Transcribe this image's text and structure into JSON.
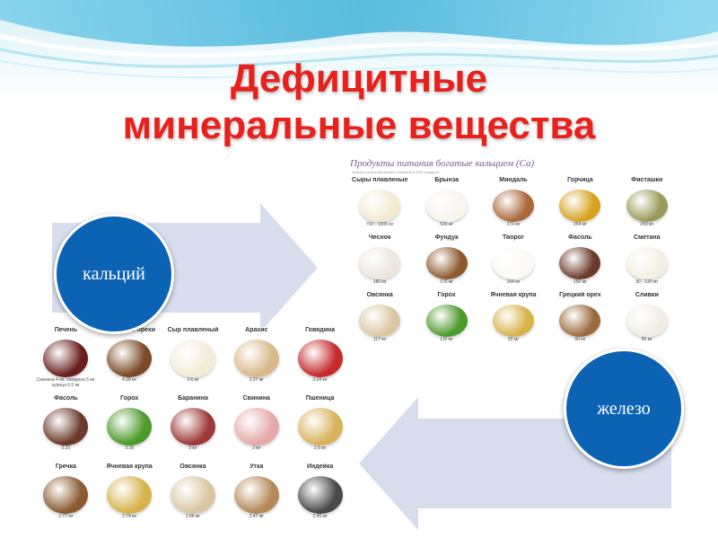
{
  "slide": {
    "title_line1": "Дефицитные",
    "title_line2": "минеральные вещества",
    "colors": {
      "title": "#e8211c",
      "circle": "#0c63b4",
      "arrow": "#d8dded",
      "wave_blue": "#5fc2e0"
    }
  },
  "circles": {
    "calcium": "кальций",
    "iron": "железо"
  },
  "calcium_panel": {
    "heading": "Продукты питания богатые кальцием (Са)",
    "subheading": "Указано ориентировочное значение в 100г продукта",
    "items": [
      {
        "name": "Сыры плавленые",
        "value": "760 - 1005 мг",
        "icon": "cheese-icon",
        "color": "#f3ead2"
      },
      {
        "name": "Брынза",
        "value": "530 мг",
        "icon": "feta-icon",
        "color": "#f7f4ec"
      },
      {
        "name": "Миндаль",
        "value": "273 мг",
        "icon": "almond-icon",
        "color": "#a9683a"
      },
      {
        "name": "Горчица",
        "value": "254 мг",
        "icon": "mustard-icon",
        "color": "#d6a21f"
      },
      {
        "name": "Фисташки",
        "value": "250 мг",
        "icon": "pistachio-icon",
        "color": "#9a9a5a"
      },
      {
        "name": "Чеснок",
        "value": "180 мг",
        "icon": "garlic-icon",
        "color": "#ece6dc"
      },
      {
        "name": "Фундук",
        "value": "170 мг",
        "icon": "hazelnut-icon",
        "color": "#8c5a2e"
      },
      {
        "name": "Творог",
        "value": "164 мг",
        "icon": "cottage-cheese-icon",
        "color": "#fbfaf5"
      },
      {
        "name": "Фасоль",
        "value": "150 мг",
        "icon": "beans-icon",
        "color": "#6b3a2a"
      },
      {
        "name": "Сметана",
        "value": "90 - 120 мг",
        "icon": "sour-cream-icon",
        "color": "#f4efe3"
      },
      {
        "name": "Овсянка",
        "value": "117 мг",
        "icon": "oatmeal-icon",
        "color": "#d9c7a3"
      },
      {
        "name": "Горох",
        "value": "115 мг",
        "icon": "peas-icon",
        "color": "#4c9a2a"
      },
      {
        "name": "Ячневая крупа",
        "value": "93 мг",
        "icon": "barley-icon",
        "color": "#d7b34c"
      },
      {
        "name": "Грецкий орех",
        "value": "90 мг",
        "icon": "walnut-icon",
        "color": "#9a6b3e"
      },
      {
        "name": "Сливки",
        "value": "86 мг",
        "icon": "cream-icon",
        "color": "#f1ede4"
      }
    ]
  },
  "iron_panel": {
    "items": [
      {
        "name": "Печень",
        "value": "",
        "note1": "Свинина 4 мг, говядина 5 мг,",
        "note2": "курица 6,5 мг",
        "icon": "liver-icon",
        "color": "#6a1f1f"
      },
      {
        "name": "Кедровые орехи",
        "value": "4.28 мг",
        "icon": "pine-nuts-icon",
        "color": "#7a4a26"
      },
      {
        "name": "Сыр плавленый",
        "value": "3.6 мг",
        "icon": "processed-cheese-icon",
        "color": "#f2ecd8"
      },
      {
        "name": "Арахис",
        "value": "3.27 мг",
        "icon": "peanut-icon",
        "color": "#d9b98a"
      },
      {
        "name": "Говядина",
        "value": "3.24 мг",
        "icon": "beef-icon",
        "color": "#c42a2a"
      },
      {
        "name": "Фасоль",
        "value": "3.21",
        "icon": "beans-icon",
        "color": "#6b3a2a"
      },
      {
        "name": "Горох",
        "value": "3.18",
        "icon": "peas-icon",
        "color": "#4c9a2a"
      },
      {
        "name": "Баранина",
        "value": "3 мг",
        "icon": "lamb-icon",
        "color": "#9e3a3a"
      },
      {
        "name": "Свинина",
        "value": "3 мг",
        "icon": "pork-icon",
        "color": "#e6a9a9"
      },
      {
        "name": "Пшеница",
        "value": "2.9 мг",
        "icon": "wheat-icon",
        "color": "#d8b35c"
      },
      {
        "name": "Гречка",
        "value": "2.77 мг",
        "icon": "buckwheat-icon",
        "color": "#8a5a30"
      },
      {
        "name": "Ячневая крупа",
        "value": "2.74 мг",
        "icon": "barley-icon",
        "color": "#d7b34c"
      },
      {
        "name": "Овсянка",
        "value": "2.66 мг",
        "icon": "oatmeal-icon",
        "color": "#d9c7a3"
      },
      {
        "name": "Утка",
        "value": "2.47 мг",
        "icon": "duck-icon",
        "color": "#b58a5a"
      },
      {
        "name": "Индейка",
        "value": "2.45 мг",
        "icon": "turkey-icon",
        "color": "#4a4a4a"
      }
    ]
  }
}
